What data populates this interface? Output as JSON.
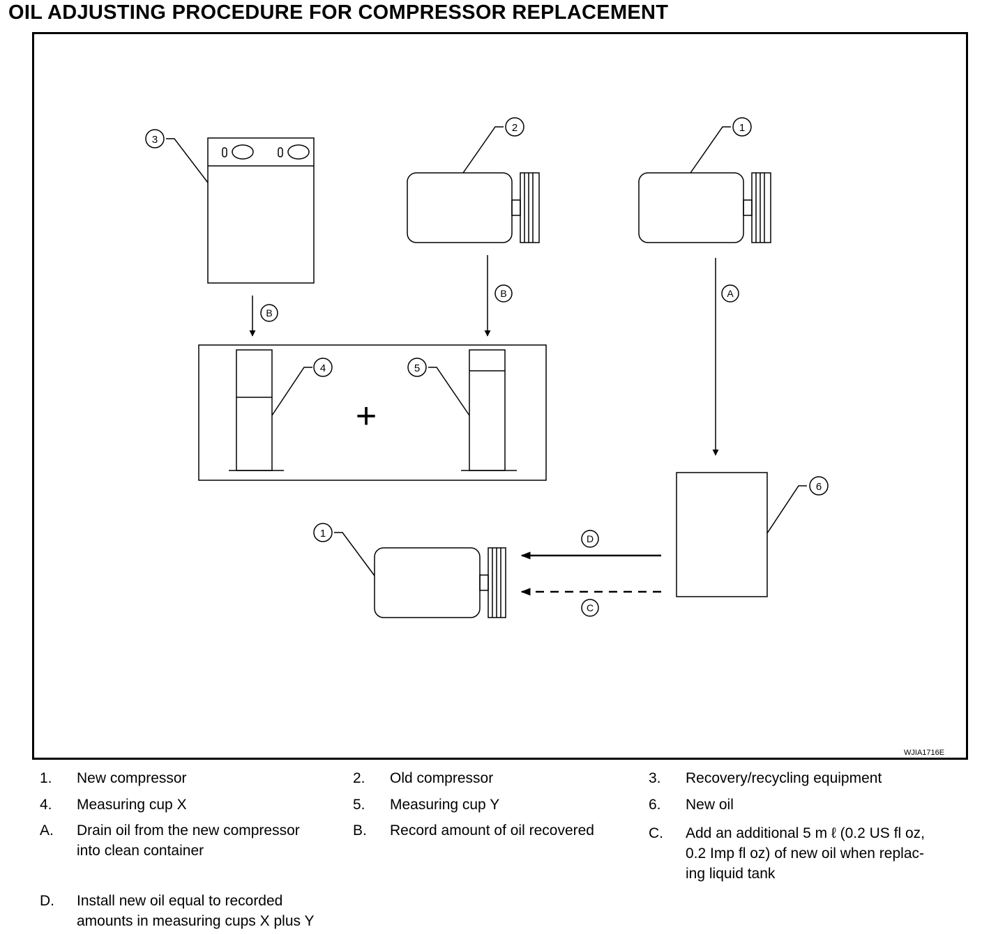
{
  "page": {
    "title": "OIL ADJUSTING PROCEDURE FOR COMPRESSOR REPLACEMENT",
    "figure_code": "WJIA1716E"
  },
  "diagram": {
    "callouts": {
      "recovery_equipment": "3",
      "old_compressor": "2",
      "new_compressor_top": "1",
      "cup_x": "4",
      "cup_y": "5",
      "new_oil": "6",
      "new_compressor_bottom": "1"
    },
    "steps": {
      "arrow_recovery": "B",
      "arrow_old": "B",
      "arrow_new": "A",
      "arrow_install": "D",
      "arrow_add": "C"
    },
    "plus_sign": "+"
  },
  "legend": {
    "item_1": {
      "key": "1.",
      "text": [
        "New compressor"
      ]
    },
    "item_2": {
      "key": "2.",
      "text": [
        "Old compressor"
      ]
    },
    "item_3": {
      "key": "3.",
      "text": [
        "Recovery/recycling equipment"
      ]
    },
    "item_4": {
      "key": "4.",
      "text": [
        "Measuring cup X"
      ]
    },
    "item_5": {
      "key": "5.",
      "text": [
        "Measuring cup Y"
      ]
    },
    "item_6": {
      "key": "6.",
      "text": [
        "New oil"
      ]
    },
    "item_a": {
      "key": "A.",
      "text": [
        "Drain oil from the new compressor",
        "into clean container"
      ]
    },
    "item_b": {
      "key": "B.",
      "text": [
        "Record amount of oil recovered"
      ]
    },
    "item_c": {
      "key": "C.",
      "text": [
        "Add an additional 5 m ℓ (0.2 US fl oz,",
        "0.2 Imp fl oz) of new oil when replac-",
        "ing liquid tank"
      ]
    },
    "item_d": {
      "key": "D.",
      "text": [
        "Install new oil equal to recorded",
        "amounts in measuring cups X plus Y"
      ]
    }
  }
}
